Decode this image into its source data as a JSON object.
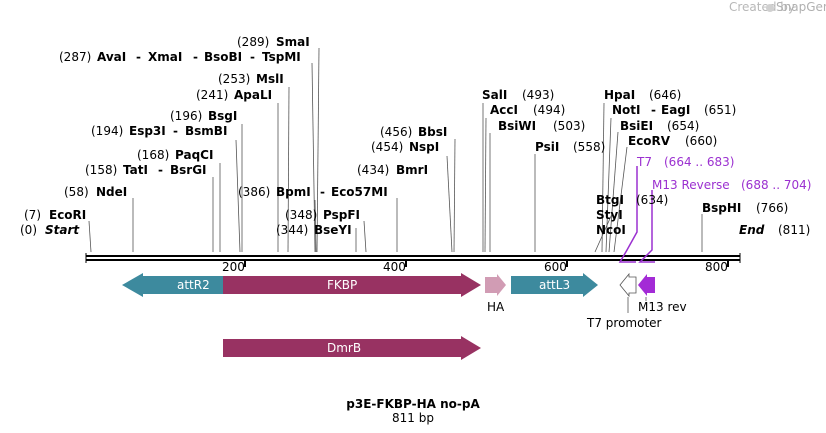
{
  "watermark": {
    "prefix": "Created by",
    "brand": "SnapGene"
  },
  "map": {
    "title": "p3E-FKBP-HA no-pA",
    "length": "811 bp",
    "start_label": "Start",
    "start_pos": "(0)",
    "end_label": "End",
    "end_pos": "(811)",
    "ticks": [
      "200",
      "400",
      "600",
      "800"
    ]
  },
  "enzymes": [
    {
      "pos": "(7)",
      "name": "EcoRI"
    },
    {
      "pos": "(58)",
      "name": "NdeI"
    },
    {
      "pos": "(158)",
      "name": "TatI",
      "name2": "BsrGI"
    },
    {
      "pos": "(168)",
      "name": "PaqCI"
    },
    {
      "pos": "(194)",
      "name": "Esp3I",
      "name2": "BsmBI"
    },
    {
      "pos": "(196)",
      "name": "BsgI"
    },
    {
      "pos": "(241)",
      "name": "ApaLI"
    },
    {
      "pos": "(253)",
      "name": "MslI"
    },
    {
      "pos": "(287)",
      "name": "AvaI",
      "name2": "XmaI",
      "name3": "BsoBI",
      "name4": "TspMI"
    },
    {
      "pos": "(289)",
      "name": "SmaI"
    },
    {
      "pos": "(386)",
      "name": "BpmI",
      "name2": "Eco57MI"
    },
    {
      "pos": "(348)",
      "name": "PspFI"
    },
    {
      "pos": "(344)",
      "name": "BseYI"
    },
    {
      "pos": "(434)",
      "name": "BmrI"
    },
    {
      "pos": "(454)",
      "name": "NspI"
    },
    {
      "pos": "(456)",
      "name": "BbsI"
    },
    {
      "pos": "(493)",
      "name": "SalI"
    },
    {
      "pos": "(494)",
      "name": "AccI"
    },
    {
      "pos": "(503)",
      "name": "BsiWI"
    },
    {
      "pos": "(558)",
      "name": "PsiI"
    },
    {
      "pos": "(646)",
      "name": "HpaI"
    },
    {
      "pos": "(651)",
      "name": "NotI",
      "name2": "EagI"
    },
    {
      "pos": "(654)",
      "name": "BsiEI"
    },
    {
      "pos": "(660)",
      "name": "EcoRV"
    },
    {
      "pos": "(634)",
      "name": "BtgI",
      "name2": "StyI",
      "name3": "NcoI"
    },
    {
      "pos": "(766)",
      "name": "BspHI"
    }
  ],
  "primers": [
    {
      "name": "T7",
      "range": "(664 .. 683)"
    },
    {
      "name": "M13 Reverse",
      "range": "(688 .. 704)"
    }
  ],
  "features": [
    {
      "name": "attR2"
    },
    {
      "name": "FKBP"
    },
    {
      "name": "HA"
    },
    {
      "name": "attL3"
    },
    {
      "name": "T7 promoter"
    },
    {
      "name": "M13 rev"
    },
    {
      "name": "DmrB"
    }
  ],
  "colors": {
    "attR": "#3d8a9e",
    "fkbp": "#983262",
    "ha": "#d19cb4",
    "primer": "#9b30d0",
    "m13": "#a32bd6"
  }
}
